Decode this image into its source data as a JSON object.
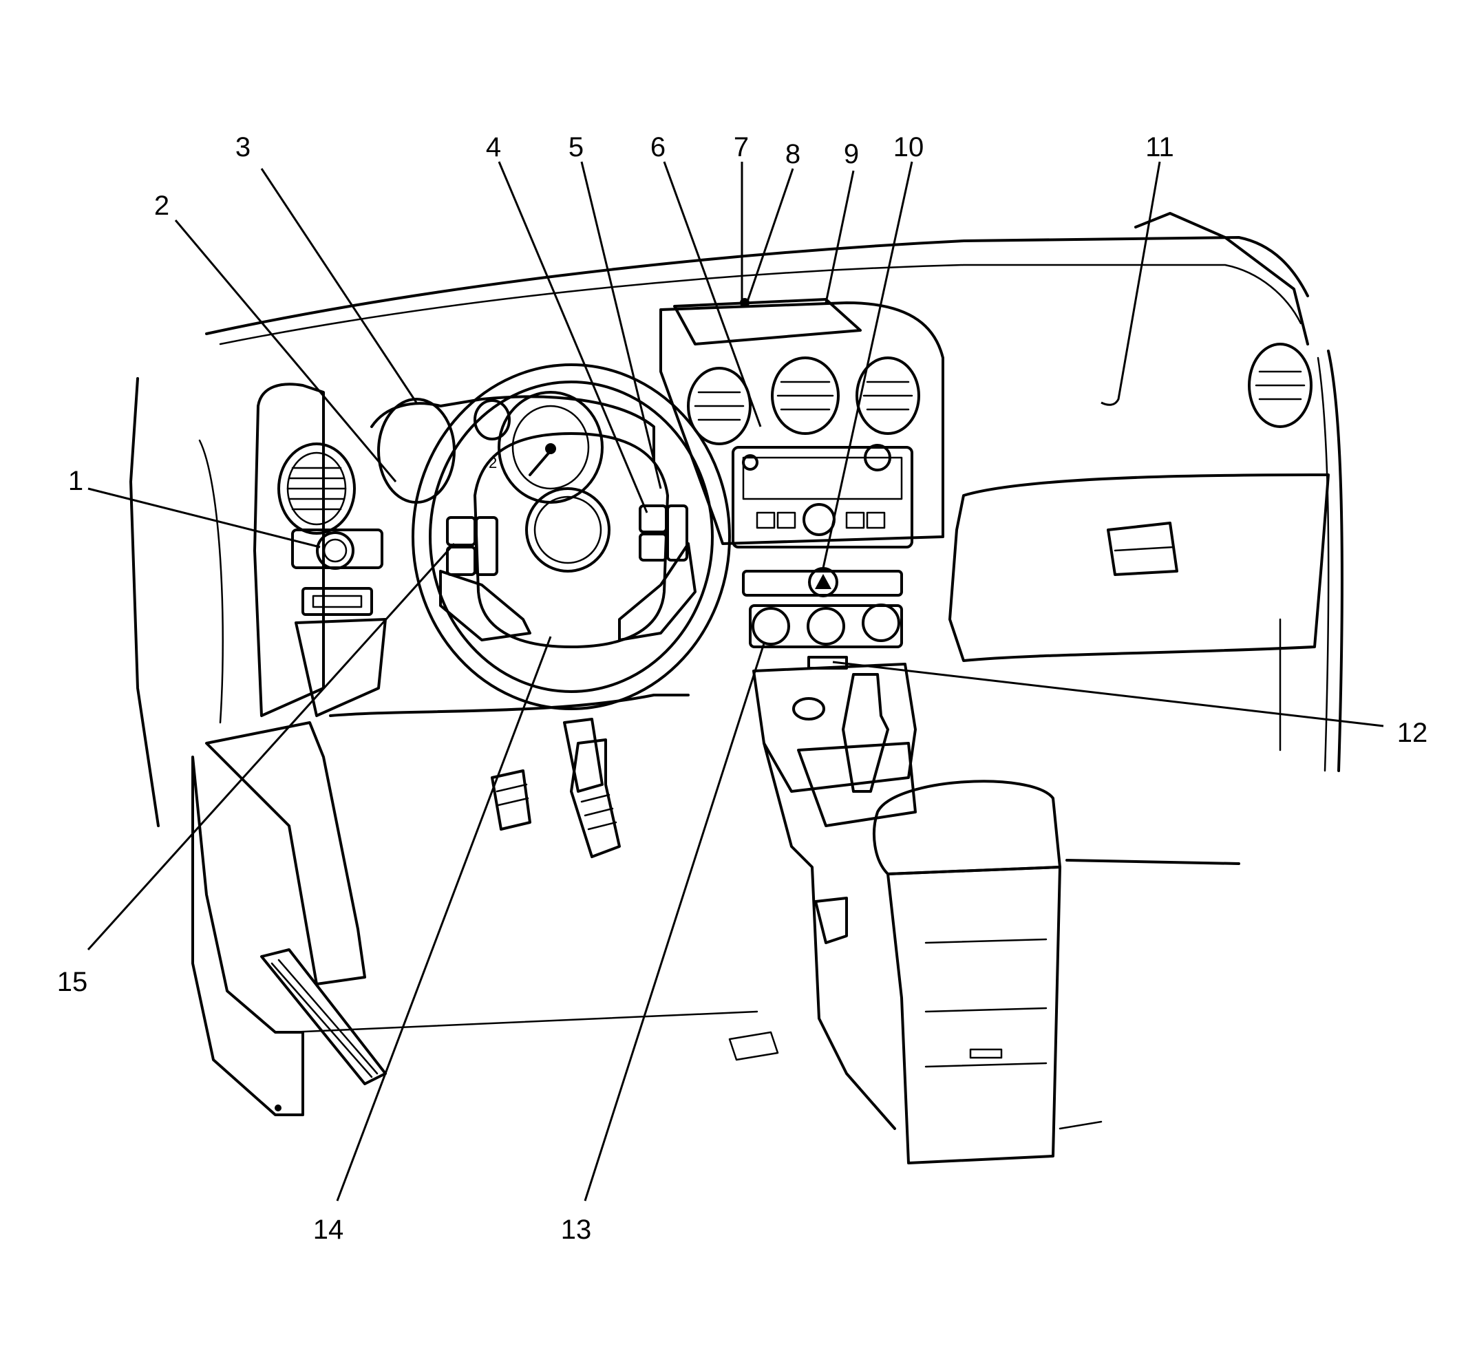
{
  "callouts": [
    {
      "id": "1",
      "text": "1"
    },
    {
      "id": "2",
      "text": "2"
    },
    {
      "id": "3",
      "text": "3"
    },
    {
      "id": "4",
      "text": "4"
    },
    {
      "id": "5",
      "text": "5"
    },
    {
      "id": "6",
      "text": "6"
    },
    {
      "id": "7",
      "text": "7"
    },
    {
      "id": "8",
      "text": "8"
    },
    {
      "id": "9",
      "text": "9"
    },
    {
      "id": "10",
      "text": "10"
    },
    {
      "id": "11",
      "text": "11"
    },
    {
      "id": "12",
      "text": "12"
    },
    {
      "id": "13",
      "text": "13"
    },
    {
      "id": "14",
      "text": "14"
    },
    {
      "id": "15",
      "text": "15"
    }
  ],
  "cluster_text": "2"
}
